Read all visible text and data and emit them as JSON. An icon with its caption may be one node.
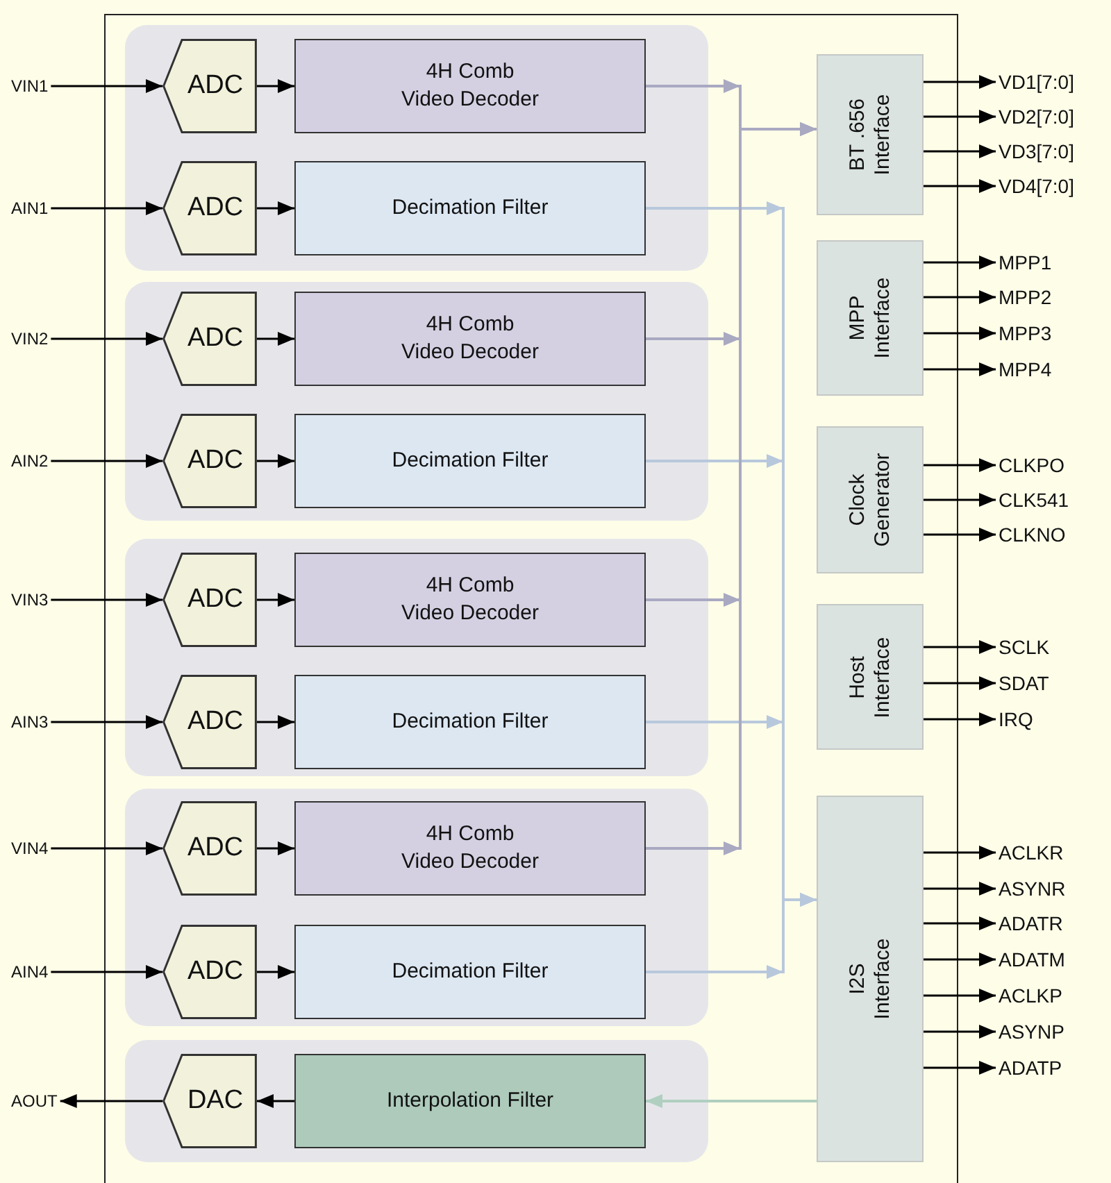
{
  "diagram": {
    "nodes": [
      {
        "text": [],
        "shape": "box"
      },
      {
        "text": [],
        "shape": "box",
        "in": 0
      },
      {
        "text": [
          "ADC"
        ],
        "in": 1
      },
      {
        "text": [
          "4H Comb Video Decoder"
        ],
        "in": 1
      },
      {
        "text": [
          "ADC"
        ],
        "in": 1
      },
      {
        "text": [
          "Decimation Filter"
        ],
        "in": 1
      },
      {
        "text": [],
        "shape": "box",
        "in": 0
      },
      {
        "text": [
          "ADC"
        ],
        "in": 6
      },
      {
        "text": [
          "4H Comb Video Decoder"
        ],
        "in": 6
      },
      {
        "text": [
          "ADC"
        ],
        "in": 6
      },
      {
        "text": [
          "Decimation Filter"
        ],
        "in": 6
      },
      {
        "text": [],
        "shape": "box",
        "in": 0
      },
      {
        "text": [
          "ADC"
        ],
        "in": 11
      },
      {
        "text": [
          "4H Comb Video Decoder"
        ],
        "in": 11
      },
      {
        "text": [
          "ADC"
        ],
        "in": 11
      },
      {
        "text": [
          "Decimation Filter"
        ],
        "in": 11
      },
      {
        "text": [],
        "shape": "box",
        "in": 0
      },
      {
        "text": [
          "ADC"
        ],
        "in": 16
      },
      {
        "text": [
          "4H Comb Video Decoder"
        ],
        "in": 16
      },
      {
        "text": [
          "ADC"
        ],
        "in": 16
      },
      {
        "text": [
          "Decimation Filter"
        ],
        "in": 16
      },
      {
        "text": [],
        "shape": "box",
        "in": 0
      },
      {
        "text": [
          "DAC"
        ],
        "in": 21
      },
      {
        "text": [
          "Interpolation Filter"
        ],
        "in": 21
      },
      {
        "text": [
          "BT .656 Interface"
        ],
        "in": 0
      },
      {
        "text": [
          "MPP Interface"
        ],
        "in": 0
      },
      {
        "text": [
          "Clock Generator"
        ],
        "in": 0
      },
      {
        "text": [
          "Host Interface"
        ],
        "in": 0
      },
      {
        "text": [
          "I2S Interface"
        ],
        "in": 0
      },
      {
        "text": [
          "VIN1"
        ]
      },
      {
        "text": [
          "AIN1"
        ]
      },
      {
        "text": [
          "VIN2"
        ]
      },
      {
        "text": [
          "AIN2"
        ]
      },
      {
        "text": [
          "VIN3"
        ]
      },
      {
        "text": [
          "AIN3"
        ]
      },
      {
        "text": [
          "VIN4"
        ]
      },
      {
        "text": [
          "AIN4"
        ]
      },
      {
        "text": [
          "AOUT"
        ]
      },
      {
        "text": [
          "VD1[7:0]"
        ]
      },
      {
        "text": [
          "VD2[7:0]"
        ]
      },
      {
        "text": [
          "VD3[7:0]"
        ]
      },
      {
        "text": [
          "VD4[7:0]"
        ]
      },
      {
        "text": [
          "MPP1"
        ]
      },
      {
        "text": [
          "MPP2"
        ]
      },
      {
        "text": [
          "MPP3"
        ]
      },
      {
        "text": [
          "MPP4"
        ]
      },
      {
        "text": [
          "CLKPO"
        ]
      },
      {
        "text": [
          "CLK541"
        ]
      },
      {
        "text": [
          "CLKNO"
        ]
      },
      {
        "text": [
          "SCLK"
        ]
      },
      {
        "text": [
          "SDAT"
        ]
      },
      {
        "text": [
          "IRQ"
        ]
      },
      {
        "text": [
          "ACLKR"
        ]
      },
      {
        "text": [
          "ASYNR"
        ]
      },
      {
        "text": [
          "ADATR"
        ]
      },
      {
        "text": [
          "ADATM"
        ]
      },
      {
        "text": [
          "ACLKP"
        ]
      },
      {
        "text": [
          "ASYNP"
        ]
      },
      {
        "text": [
          "ADATP"
        ]
      }
    ],
    "edges": [
      {
        "from": 29,
        "to": 2,
        "arrow": "to"
      },
      {
        "from": 2,
        "to": 3,
        "arrow": "to"
      },
      {
        "from": 30,
        "to": 4,
        "arrow": "to"
      },
      {
        "from": 4,
        "to": 5,
        "arrow": "to"
      },
      {
        "from": 3,
        "to": 24,
        "arrow": "to",
        "color": "#a9a9c2"
      },
      {
        "from": 5,
        "to": 28,
        "arrow": "to",
        "color": "#b8c8dc"
      },
      {
        "from": 31,
        "to": 7,
        "arrow": "to"
      },
      {
        "from": 7,
        "to": 8,
        "arrow": "to"
      },
      {
        "from": 32,
        "to": 9,
        "arrow": "to"
      },
      {
        "from": 9,
        "to": 10,
        "arrow": "to"
      },
      {
        "from": 8,
        "to": 24,
        "arrow": "to",
        "color": "#a9a9c2"
      },
      {
        "from": 10,
        "to": 28,
        "arrow": "to",
        "color": "#b8c8dc"
      },
      {
        "from": 33,
        "to": 12,
        "arrow": "to"
      },
      {
        "from": 12,
        "to": 13,
        "arrow": "to"
      },
      {
        "from": 34,
        "to": 14,
        "arrow": "to"
      },
      {
        "from": 14,
        "to": 15,
        "arrow": "to"
      },
      {
        "from": 13,
        "to": 24,
        "arrow": "to",
        "color": "#a9a9c2"
      },
      {
        "from": 15,
        "to": 28,
        "arrow": "to",
        "color": "#b8c8dc"
      },
      {
        "from": 35,
        "to": 17,
        "arrow": "to"
      },
      {
        "from": 17,
        "to": 18,
        "arrow": "to"
      },
      {
        "from": 36,
        "to": 19,
        "arrow": "to"
      },
      {
        "from": 19,
        "to": 20,
        "arrow": "to"
      },
      {
        "from": 18,
        "to": 24,
        "arrow": "to",
        "color": "#a9a9c2"
      },
      {
        "from": 20,
        "to": 28,
        "arrow": "to",
        "color": "#b8c8dc"
      },
      {
        "from": 28,
        "to": 23,
        "arrow": "to",
        "color": "#b0cfc0"
      },
      {
        "from": 23,
        "to": 22,
        "arrow": "to"
      },
      {
        "from": 22,
        "to": 37,
        "arrow": "to"
      },
      {
        "from": 24,
        "to": 38,
        "arrow": "to"
      },
      {
        "from": 24,
        "to": 39,
        "arrow": "to"
      },
      {
        "from": 24,
        "to": 40,
        "arrow": "to"
      },
      {
        "from": 24,
        "to": 41,
        "arrow": "to"
      },
      {
        "from": 25,
        "to": 42,
        "arrow": "to"
      },
      {
        "from": 25,
        "to": 43,
        "arrow": "to"
      },
      {
        "from": 25,
        "to": 44,
        "arrow": "to"
      },
      {
        "from": 25,
        "to": 45,
        "arrow": "to"
      },
      {
        "from": 26,
        "to": 46,
        "arrow": "to"
      },
      {
        "from": 26,
        "to": 47,
        "arrow": "to"
      },
      {
        "from": 26,
        "to": 48,
        "arrow": "to"
      },
      {
        "from": 27,
        "to": 49,
        "arrow": "to"
      },
      {
        "from": 27,
        "to": 50,
        "arrow": "to"
      },
      {
        "from": 27,
        "to": 51,
        "arrow": "to"
      },
      {
        "from": 28,
        "to": 52,
        "arrow": "to"
      },
      {
        "from": 28,
        "to": 53,
        "arrow": "to"
      },
      {
        "from": 28,
        "to": 54,
        "arrow": "to"
      },
      {
        "from": 28,
        "to": 55,
        "arrow": "to"
      },
      {
        "from": 28,
        "to": 56,
        "arrow": "to"
      },
      {
        "from": 28,
        "to": 57,
        "arrow": "to"
      },
      {
        "from": 28,
        "to": 58,
        "arrow": "to"
      }
    ]
  }
}
